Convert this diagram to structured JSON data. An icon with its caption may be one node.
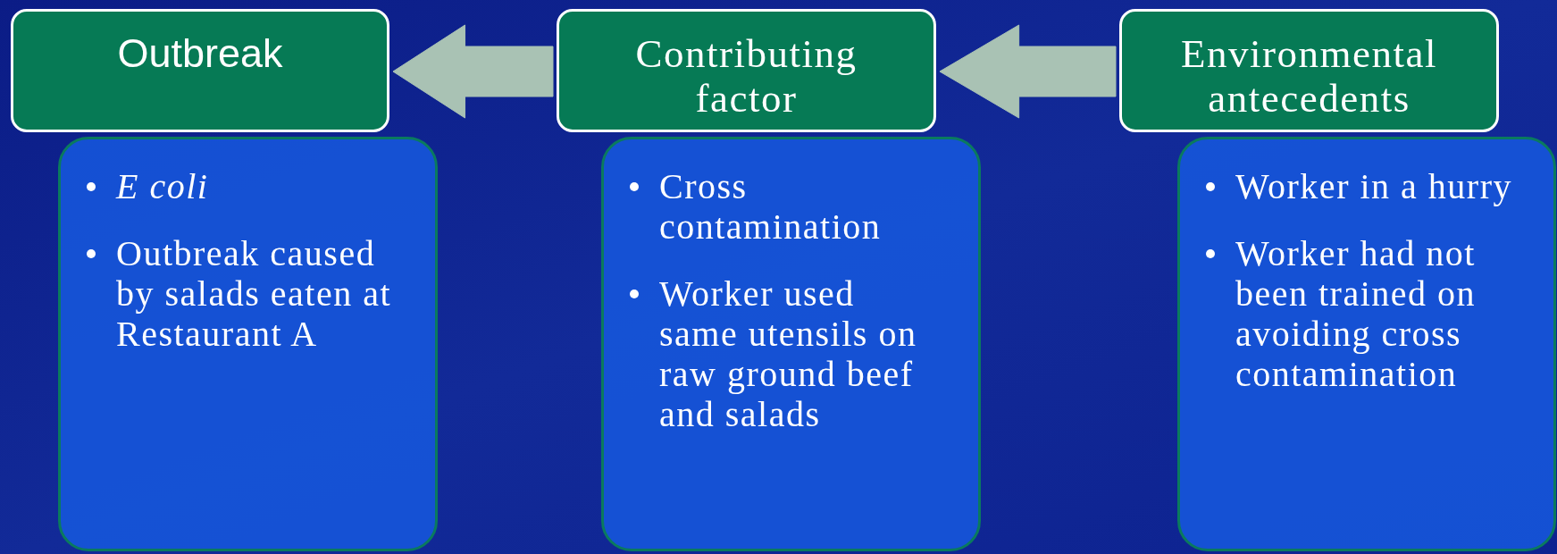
{
  "diagram": {
    "nodes": [
      {
        "text": [
          "Outbreak"
        ]
      },
      {
        "text": [
          "*E coli*",
          "Outbreak caused by salads eaten at Restaurant A"
        ]
      },
      {
        "text": [
          "Contributing factor"
        ]
      },
      {
        "text": [
          "Cross contamination",
          "Worker used same utensils on raw ground beef and salads"
        ]
      },
      {
        "text": [
          "Environmental antecedents"
        ]
      },
      {
        "text": [
          "Worker in a hurry",
          "Worker had not been trained on avoiding cross contamination"
        ]
      }
    ],
    "edges": [
      {
        "from": 2,
        "to": 0,
        "arrow": "to"
      },
      {
        "from": 4,
        "to": 2,
        "arrow": "to"
      }
    ]
  }
}
